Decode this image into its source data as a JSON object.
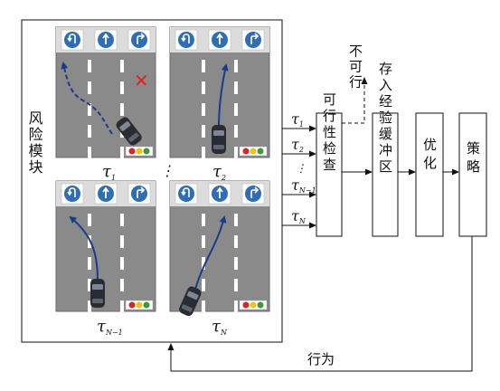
{
  "risk_module": {
    "label": "风险模块"
  },
  "scenarios": [
    {
      "id": "tau-1",
      "symbol": "τ",
      "subscript": "1",
      "rejected": true,
      "marker": "✕",
      "trajectory": "dashed"
    },
    {
      "id": "tau-2",
      "symbol": "τ",
      "subscript": "2",
      "rejected": false,
      "trajectory": "solid"
    },
    {
      "id": "tau-N-1",
      "symbol": "τ",
      "subscript": "N−1",
      "rejected": false,
      "trajectory": "solid"
    },
    {
      "id": "tau-N",
      "symbol": "τ",
      "subscript": "N",
      "rejected": false,
      "trajectory": "solid"
    }
  ],
  "ellipsis": "⋮",
  "trajectory_inputs": [
    {
      "symbol": "τ",
      "subscript": "1"
    },
    {
      "symbol": "τ",
      "subscript": "2"
    },
    {
      "symbol": "⋮",
      "subscript": ""
    },
    {
      "symbol": "τ",
      "subscript": "N−1"
    },
    {
      "symbol": "τ",
      "subscript": "N"
    }
  ],
  "feasibility_check": {
    "label": "可行性检查"
  },
  "infeasible_label": "不可行",
  "buffer": {
    "label": "存入经验缓冲区"
  },
  "optimize": {
    "label": "优化"
  },
  "policy": {
    "label": "策略"
  },
  "action_label": "行为",
  "colors": {
    "road": "#8a8a8a",
    "road_edge": "#6a6a6a",
    "lane_mark": "#ffffff",
    "sign_blue": "#2f6db5",
    "trajectory": "#173d8a",
    "car_body": "#2a2c33",
    "reject_mark": "#e2231a",
    "light_red": "#d7261e",
    "light_yellow": "#f2c21a",
    "light_green": "#3d9a3a"
  },
  "icons": [
    "u-turn-sign-icon",
    "straight-sign-icon",
    "right-turn-sign-icon",
    "traffic-light-icon",
    "car-icon"
  ]
}
